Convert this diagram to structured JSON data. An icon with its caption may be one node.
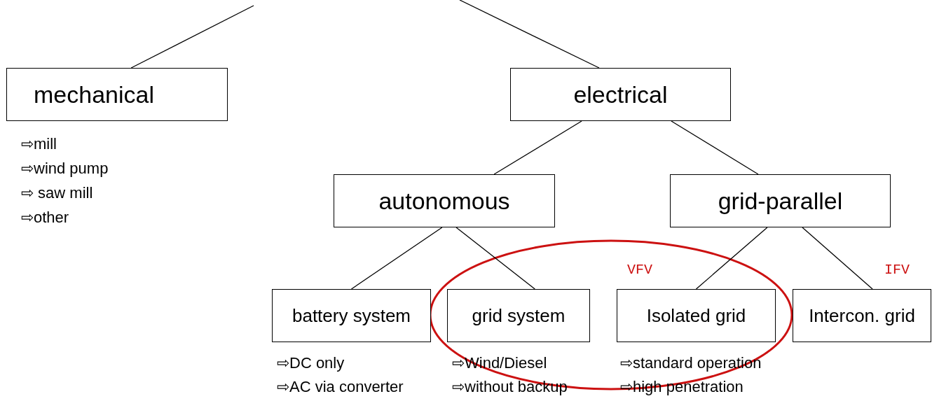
{
  "diagram": {
    "nodes": [
      {
        "text": [
          "mechanical"
        ],
        "beside": [
          "⇨mill",
          "⇨wind pump",
          "⇨ saw mill",
          "⇨other"
        ]
      },
      {
        "text": [
          "electrical"
        ]
      },
      {
        "text": [
          "autonomous"
        ]
      },
      {
        "text": [
          "grid-parallel"
        ]
      },
      {
        "text": [
          "battery system"
        ],
        "beside": [
          "⇨DC only",
          "⇨AC via converter"
        ]
      },
      {
        "text": [
          "grid system"
        ],
        "beside": [
          "⇨Wind/Diesel",
          "⇨without backup"
        ]
      },
      {
        "text": [
          "Isolated grid"
        ],
        "beside": [
          "⇨standard operation",
          "⇨high penetration"
        ]
      },
      {
        "text": [
          "Intercon. grid"
        ]
      }
    ],
    "edges": [
      {
        "from": null,
        "to": 0,
        "arrow": "none"
      },
      {
        "from": null,
        "to": 1,
        "arrow": "none"
      },
      {
        "from": 1,
        "to": 2,
        "arrow": "none"
      },
      {
        "from": 1,
        "to": 3,
        "arrow": "none"
      },
      {
        "from": 2,
        "to": 4,
        "arrow": "none"
      },
      {
        "from": 2,
        "to": 5,
        "arrow": "none"
      },
      {
        "from": 3,
        "to": 6,
        "arrow": "none"
      },
      {
        "from": 3,
        "to": 7,
        "arrow": "none"
      }
    ],
    "labels": [
      "VFV",
      "IFV"
    ]
  }
}
